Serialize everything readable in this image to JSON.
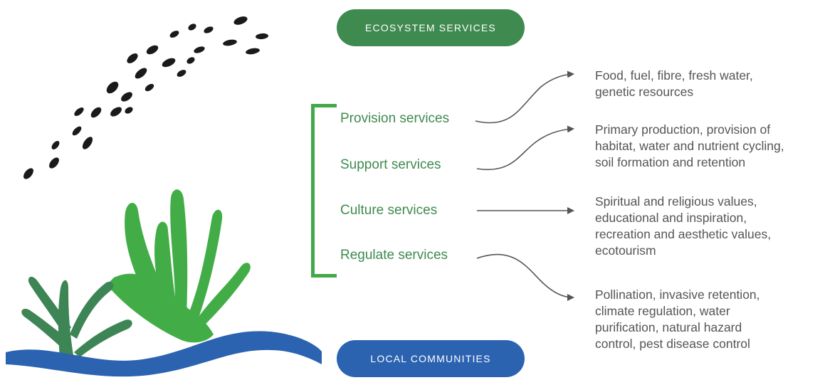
{
  "header": {
    "label": "ECOSYSTEM SERVICES"
  },
  "footer": {
    "label": "LOCAL COMMUNITIES"
  },
  "services": [
    {
      "label": "Provision services"
    },
    {
      "label": "Support services"
    },
    {
      "label": "Culture services"
    },
    {
      "label": "Regulate services"
    }
  ],
  "descriptions": [
    {
      "lines": [
        "Food, fuel, fibre, fresh water,",
        "genetic resources"
      ]
    },
    {
      "lines": [
        "Primary production, provision of",
        "habitat, water and nutrient cycling,",
        "soil formation and retention"
      ]
    },
    {
      "lines": [
        "Spiritual and religious values,",
        "educational and inspiration,",
        "recreation and aesthetic values,",
        "ecotourism"
      ]
    },
    {
      "lines": [
        "Pollination, invasive retention,",
        "climate regulation, water",
        "purification, natural hazard",
        "control, pest disease control"
      ]
    }
  ],
  "colors": {
    "green_pill": "#3f8a4f",
    "blue_pill": "#2b63b0",
    "bracket": "#43a84a",
    "arrow": "#555555",
    "seaweed_dark": "#3d8555",
    "seaweed_light": "#42ad46",
    "water": "#2b63b0",
    "seeds": "#1a1a1a"
  }
}
